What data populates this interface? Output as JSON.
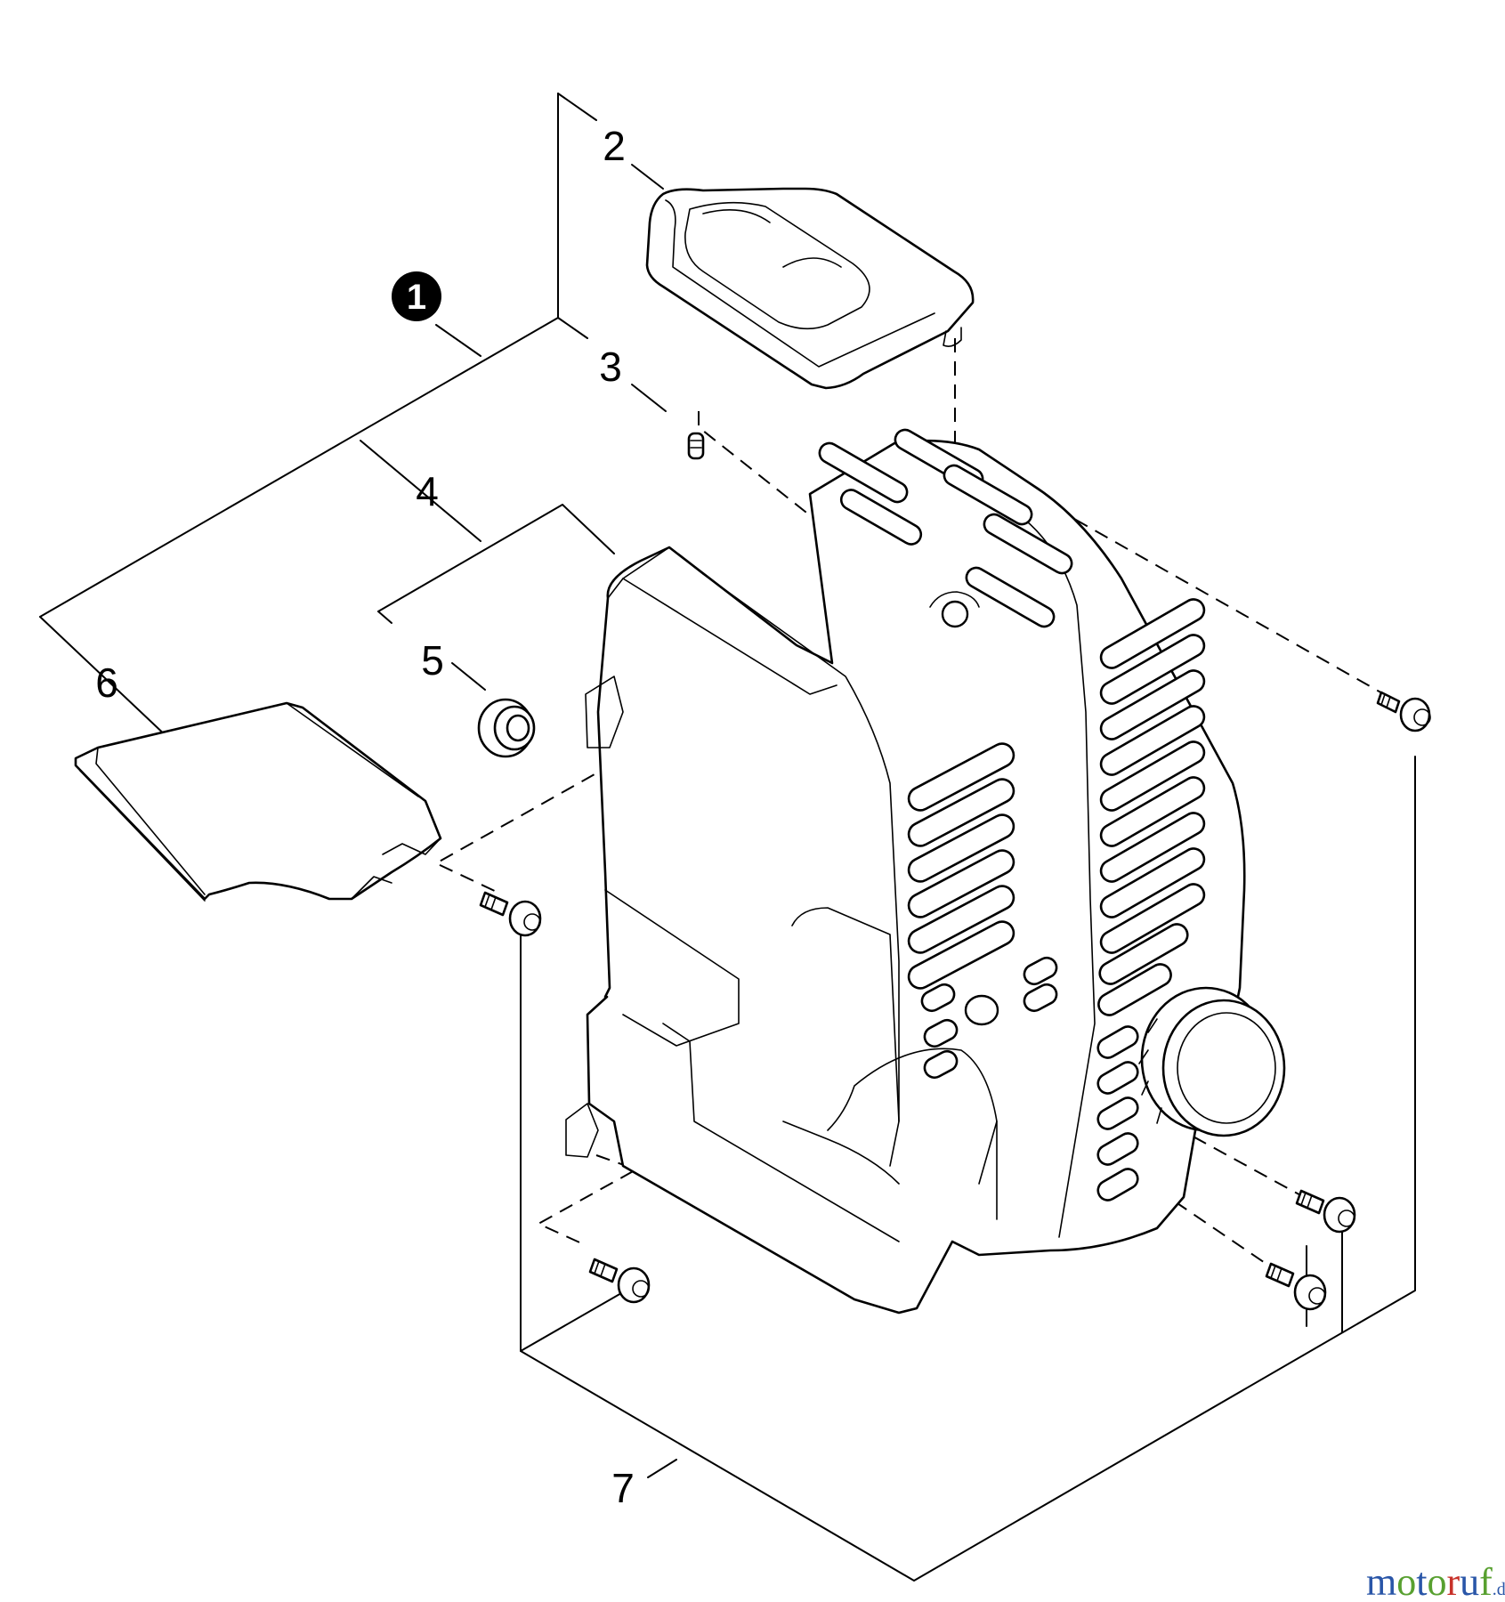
{
  "callouts": {
    "c1": "1",
    "c2": "2",
    "c3": "3",
    "c4": "4",
    "c5": "5",
    "c6": "6",
    "c7": "7"
  },
  "watermark": {
    "m": "m",
    "o1": "o",
    "t": "t",
    "o2": "o",
    "r": "r",
    "u": "u",
    "f": "f",
    "suffix": ".de"
  }
}
